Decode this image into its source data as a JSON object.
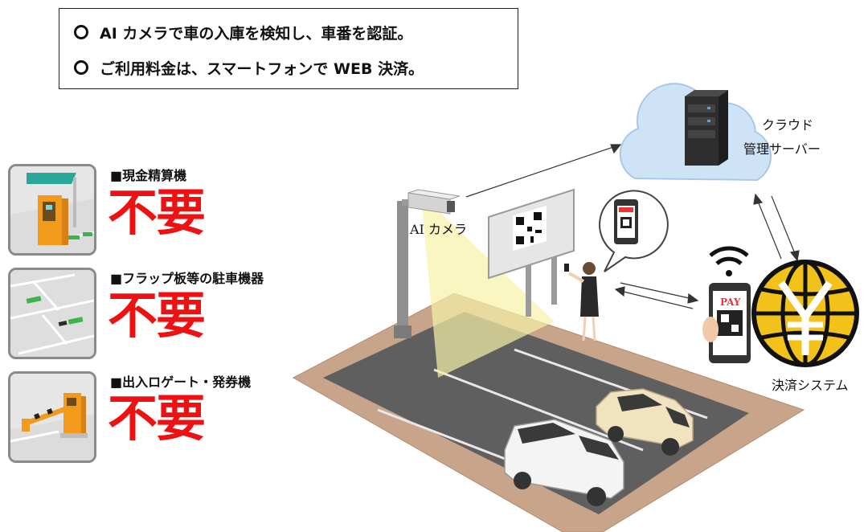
{
  "header": {
    "bullets": [
      "AI カメラで車の入庫を検知し、車番を認証。",
      "ご利用料金は、スマートフォンで WEB 決済。"
    ]
  },
  "features": [
    {
      "label": "■現金精算機",
      "status": "不要",
      "icon": "payment-machine-icon"
    },
    {
      "label": "■フラップ板等の駐車機器",
      "status": "不要",
      "icon": "flap-board-icon"
    },
    {
      "label": "■出入ロゲート・発券機",
      "status": "不要",
      "icon": "gate-ticket-machine-icon"
    }
  ],
  "diagram": {
    "camera_label": "AI カメラ",
    "cloud_label_line1": "クラウド",
    "cloud_label_line2": "管理サーバー",
    "payment_label": "決済システム",
    "phone_badge": "PAY"
  },
  "colors": {
    "not_needed_red": "#ee1111",
    "yen_gold": "#f2c21a",
    "cloud_blue": "#cfe3f7",
    "pavement": "#c8a58a"
  }
}
